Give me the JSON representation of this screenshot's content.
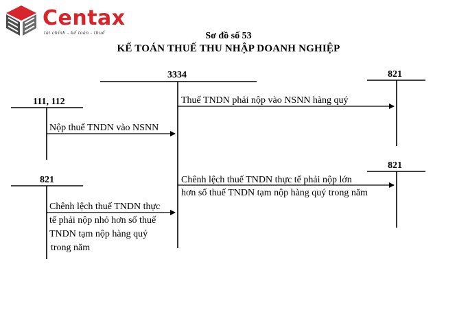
{
  "logo": {
    "brand": "Centax",
    "tagline": "tài chính - kế toán - thuế",
    "icon": "centax-cube-logo",
    "colors": {
      "brand": "#d6252b",
      "icon_dark": "#4a4a4a"
    }
  },
  "diagram": {
    "subtitle": "Sơ đồ số 53",
    "title": "KẾ TOÁN THUẾ THU NHẬP DOANH NGHIỆP",
    "accounts": {
      "a3334": "3334",
      "a821_top": "821",
      "a111_112": "111, 112",
      "a821_bottom_right": "821",
      "a821_left": "821"
    },
    "edges": {
      "e1_line1": "Thuế TNDN phải nộp vào NSNN hàng quý",
      "e2_line1": "Nộp thuế TNDN vào NSNN",
      "e3_line1": "Chênh lệch thuế TNDN thực tế phải nộp lớn",
      "e3_line2": "hơn số thuế TNDN tạm nộp hàng quý trong năm",
      "e4_line1": "Chênh lệch thuế TNDN thực",
      "e4_line2": "tế phải nộp nhỏ hơn số thuế",
      "e4_line3": "TNDN tạm nộp hàng quý",
      "e4_line4": "trong năm"
    }
  }
}
